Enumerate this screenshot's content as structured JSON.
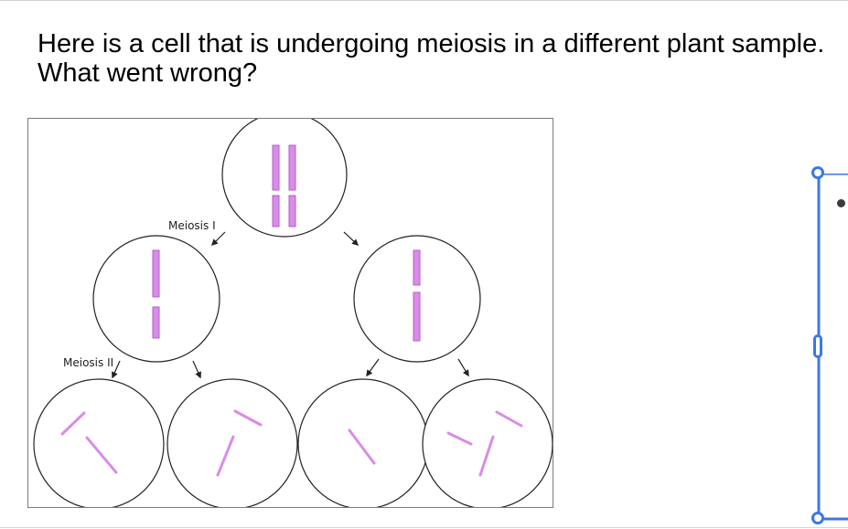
{
  "question": {
    "line1": "Here is a cell that is undergoing meiosis in a different plant sample.",
    "line2": "What went wrong?"
  },
  "diagram": {
    "label_meiosis_1": "Meiosis I",
    "label_meiosis_2": "Meiosis II",
    "chromosome_color": "#d98ce8",
    "chromosome_stroke": "#b35fc7"
  },
  "selection": {
    "accent_color": "#3b78e7"
  }
}
